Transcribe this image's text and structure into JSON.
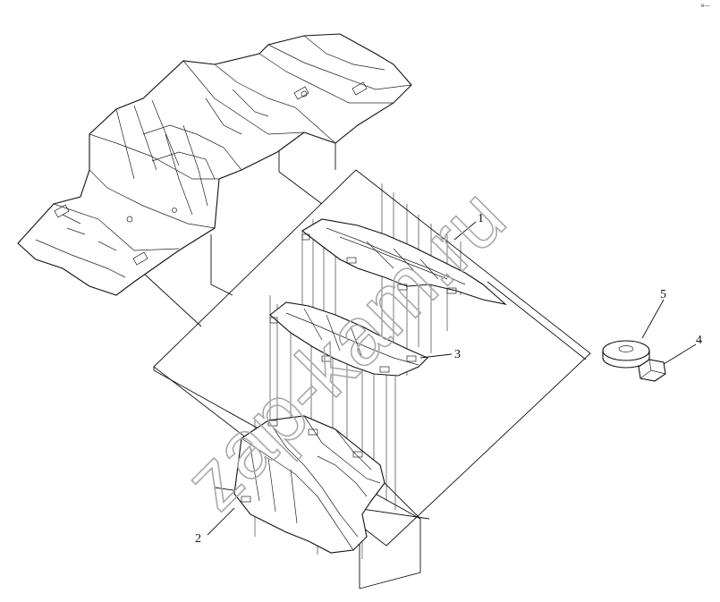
{
  "diagram": {
    "corner_mark": "e—",
    "watermark": "zap-kam.ru",
    "callouts": [
      {
        "id": "1",
        "label": "1"
      },
      {
        "id": "2",
        "label": "2"
      },
      {
        "id": "3",
        "label": "3"
      },
      {
        "id": "4",
        "label": "4"
      },
      {
        "id": "5",
        "label": "5"
      }
    ]
  }
}
